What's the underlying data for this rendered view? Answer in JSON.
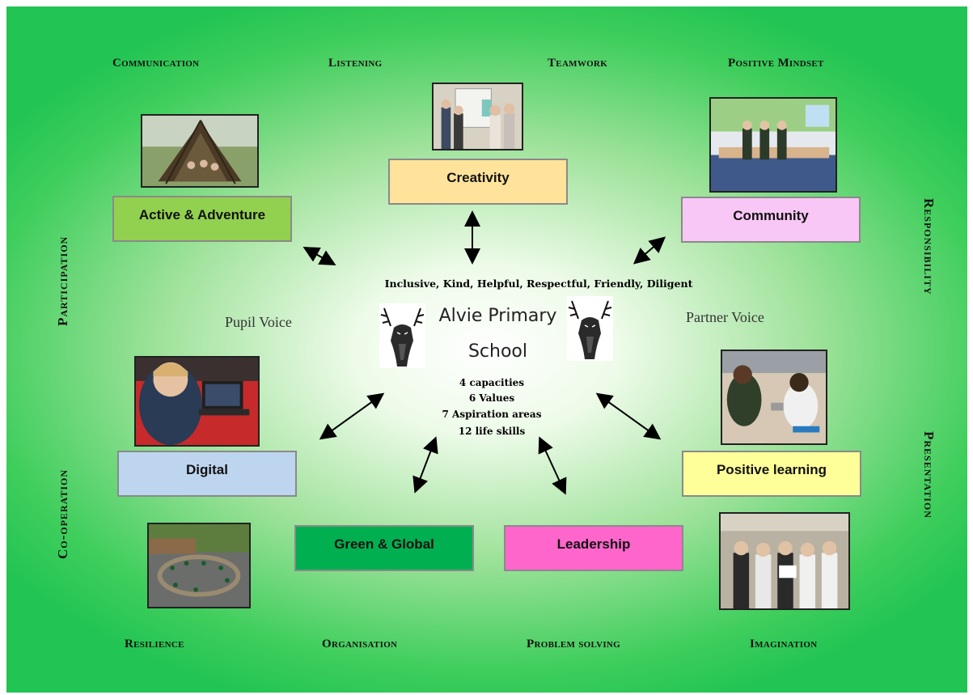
{
  "skills": {
    "communication": "Communication",
    "listening": "Listening",
    "teamwork": "Teamwork",
    "positive_mindset": "Positive Mindset",
    "resilience": "Resilience",
    "organisation": "Organisation",
    "problem_solving": "Problem solving",
    "imagination": "Imagination",
    "participation": "Participation",
    "cooperation": "Co-operation",
    "responsibility": "Responsibility",
    "presentation": "Presentation"
  },
  "areas": {
    "creativity": "Creativity",
    "active": "Active & Adventure",
    "community": "Community",
    "digital": "Digital",
    "positive_learning": "Positive learning",
    "green": "Green & Global",
    "leadership": "Leadership"
  },
  "colors": {
    "creativity": "#ffe39a",
    "active": "#92d050",
    "community": "#f8c7f5",
    "digital": "#bdd5ee",
    "positive_learning": "#ffff99",
    "green": "#00b050",
    "leadership": "#ff66cc"
  },
  "center": {
    "values": "Inclusive, Kind, Helpful, Respectful, Friendly, Diligent",
    "school_line1": "Alvie Primary",
    "school_line2": "School",
    "capacities": "4 capacities",
    "values_count": "6 Values",
    "aspiration": "7 Aspiration areas",
    "life_skills": "12 life skills"
  },
  "voices": {
    "pupil": "Pupil Voice",
    "partner": "Partner Voice"
  },
  "icons": {
    "stag": "stag-head-icon"
  }
}
